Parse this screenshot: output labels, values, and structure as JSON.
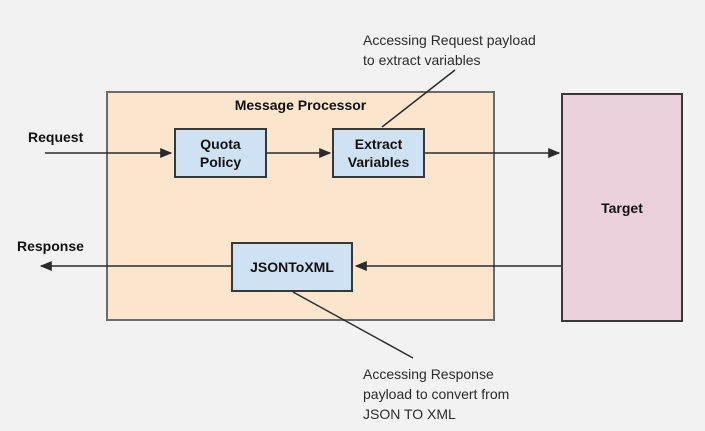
{
  "diagram": {
    "title": "Message Processor",
    "flow_labels": {
      "request": "Request",
      "response": "Response"
    },
    "nodes": {
      "quota": {
        "line1": "Quota",
        "line2": "Policy"
      },
      "extract": {
        "line1": "Extract",
        "line2": "Variables"
      },
      "jsontoxml": {
        "label": "JSONToXML"
      },
      "target": {
        "label": "Target"
      }
    },
    "annotations": {
      "request_note": {
        "line1": "Accessing Request payload",
        "line2": "to extract variables"
      },
      "response_note": {
        "line1": "Accessing Response",
        "line2": "payload to convert from",
        "line3": "JSON TO XML"
      }
    },
    "colors": {
      "canvas_bg": "#F2F2F2",
      "processor_fill": "#FCE5CD",
      "processor_border": "#6B6B6B",
      "node_fill": "#CFE2F3",
      "node_border": "#383838",
      "target_fill": "#EAD1DC",
      "target_border": "#383838",
      "line_color": "#2B2B2B",
      "note_color": "#2B2B2B",
      "text_color": "#111111"
    }
  }
}
